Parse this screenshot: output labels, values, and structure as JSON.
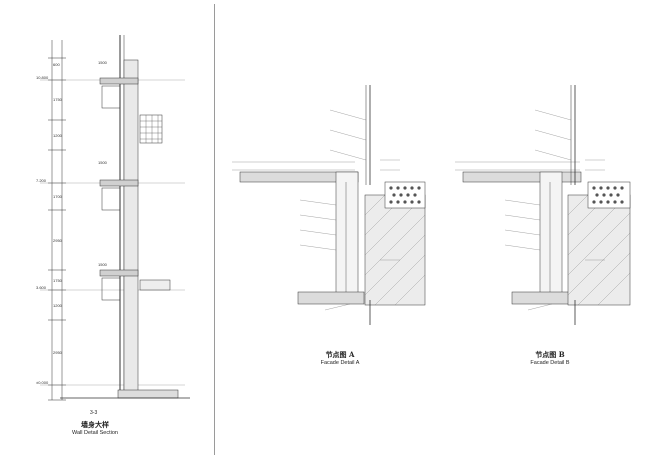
{
  "sheet": {
    "wall_section": {
      "mark": "3-3",
      "title_cn": "墙身大样",
      "title_en": "Wall Detail Section"
    },
    "detail_a": {
      "title_cn": "节点图 A",
      "title_en": "Facade Detail A"
    },
    "detail_b": {
      "title_cn": "节点图 B",
      "title_en": "Facade Detail B"
    },
    "dimensions_left": [
      "2950",
      "1750",
      "1200",
      "1700",
      "1200",
      "1750",
      "2950",
      "600"
    ],
    "dimensions_top": [
      "1500",
      "1500",
      "1500"
    ],
    "level_marks": [
      "±0.000",
      "3.600",
      "7.200",
      "10.800"
    ]
  }
}
